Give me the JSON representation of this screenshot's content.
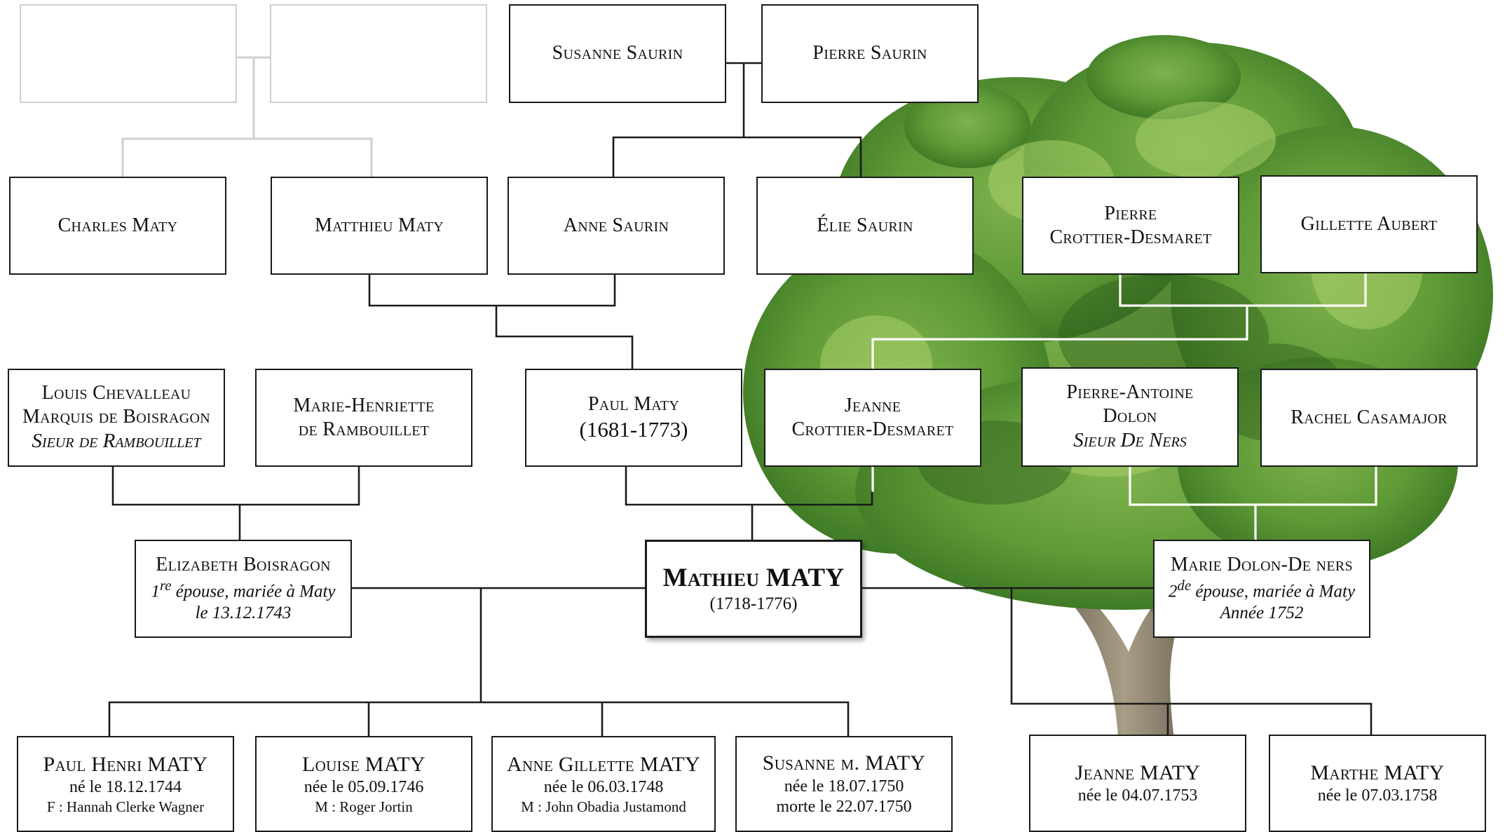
{
  "colors": {
    "line_dark": "#1a1a1a",
    "line_light": "#ffffff",
    "line_grey": "#cfcfcf",
    "foliage": "#5f9a3a",
    "trunk": "#8a7f6a"
  },
  "icons": {
    "background": "tree-illustration"
  },
  "people": {
    "susanne_saurin": {
      "name": "Susanne Saurin"
    },
    "pierre_saurin": {
      "name": "Pierre Saurin"
    },
    "charles_maty": {
      "name": "Charles Maty"
    },
    "matthieu_maty_sr": {
      "name": "Matthieu Maty"
    },
    "anne_saurin": {
      "name": "Anne Saurin"
    },
    "elie_saurin": {
      "name": "Élie Saurin"
    },
    "pierre_crottier": {
      "name_line1": "Pierre",
      "name_line2": "Crottier-Desmaret"
    },
    "gillette_aubert": {
      "name": "Gillette Aubert"
    },
    "louis_chevalleau": {
      "name_line1": "Louis Chevalleau",
      "name_line2": "Marquis de Boisragon",
      "title": "Sieur de Rambouillet"
    },
    "marie_henriette": {
      "name_line1": "Marie-Henriette",
      "name_line2": "de Rambouillet"
    },
    "paul_maty": {
      "name": "Paul Maty",
      "years": "(1681-1773)"
    },
    "jeanne_crottier": {
      "name_line1": "Jeanne",
      "name_line2": "Crottier-Desmaret"
    },
    "pierre_antoine_dolon": {
      "name_line1": "Pierre-Antoine",
      "name_line2": "Dolon",
      "title": "Sieur De Ners"
    },
    "rachel_casamajor": {
      "name": "Rachel Casamajor"
    },
    "elizabeth_boisragon": {
      "name": "Elizabeth Boisragon",
      "note_sup": "re",
      "note_pre": "1",
      "note": " épouse, mariée à Maty",
      "date": "le 13.12.1743"
    },
    "mathieu_maty": {
      "first": "Mathieu",
      "last": "MATY",
      "years": "(1718-1776)"
    },
    "marie_dolon": {
      "name": "Marie Dolon-De ners",
      "note_pre": "2",
      "note_sup": "de",
      "note": " épouse, mariée à Maty",
      "date": "Année 1752"
    },
    "paul_henri": {
      "first": "Paul Henri",
      "last": "MATY",
      "birth": "né le 18.12.1744",
      "spouse": "F : Hannah Clerke Wagner"
    },
    "louise": {
      "first": "Louise",
      "last": "MATY",
      "birth": "née le 05.09.1746",
      "spouse": "M : Roger Jortin"
    },
    "anne_gillette": {
      "first": "Anne Gillette",
      "last": "MATY",
      "birth": "née le 06.03.1748",
      "spouse": "M : John Obadia Justamond"
    },
    "susanne_m": {
      "first": "Susanne m.",
      "last": "MATY",
      "birth": "née le 18.07.1750",
      "death": "morte le 22.07.1750"
    },
    "jeanne": {
      "first": "Jeanne",
      "last": "MATY",
      "birth": "née le 04.07.1753"
    },
    "marthe": {
      "first": "Marthe",
      "last": "MATY",
      "birth": "née le 07.03.1758"
    }
  }
}
